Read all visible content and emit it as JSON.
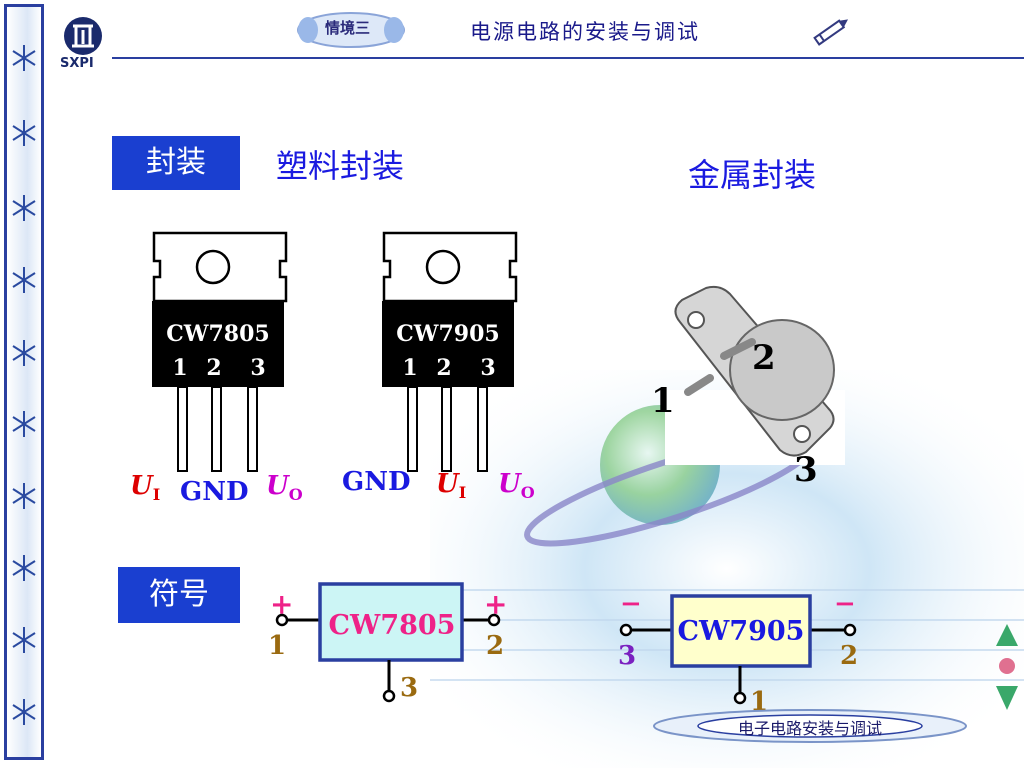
{
  "header": {
    "logo_text": "SXPI",
    "scenario": "情境三",
    "title": "电源电路的安装与调试"
  },
  "section_package": {
    "tag": "封装",
    "plastic_title": "塑料封装",
    "metal_title": "金属封装"
  },
  "plastic_packages": [
    {
      "part": "CW7805",
      "pin_numbers": [
        "1",
        "2",
        "3"
      ],
      "pin_labels": [
        {
          "main": "U",
          "sub": "I",
          "color": "#dd0000"
        },
        {
          "main": "GND",
          "sub": "",
          "color": "#1a1ae0"
        },
        {
          "main": "U",
          "sub": "O",
          "color": "#cc00cc"
        }
      ]
    },
    {
      "part": "CW7905",
      "pin_numbers": [
        "1",
        "2",
        "3"
      ],
      "pin_labels": [
        {
          "main": "GND",
          "sub": "",
          "color": "#1a1ae0"
        },
        {
          "main": "U",
          "sub": "I",
          "color": "#dd0000"
        },
        {
          "main": "U",
          "sub": "O",
          "color": "#cc00cc"
        }
      ]
    }
  ],
  "metal_package": {
    "pin1": "1",
    "pin2": "2",
    "pin3": "3"
  },
  "section_symbol": {
    "tag": "符号"
  },
  "symbols": [
    {
      "part": "CW7805",
      "left_sign": "+",
      "right_sign": "+",
      "left_pin": "1",
      "right_pin": "2",
      "bottom_pin": "3",
      "fill": "#ccf5f5",
      "text_color": "#ee2288",
      "pin_color": "#9a6a10",
      "sign_color": "#ee2288"
    },
    {
      "part": "CW7905",
      "left_sign": "−",
      "right_sign": "−",
      "left_pin": "3",
      "right_pin": "2",
      "bottom_pin": "1",
      "fill": "#ffffcc",
      "text_color": "#1a1ae0",
      "pin_left_color": "#7a20c0",
      "pin_color": "#9a6a10",
      "sign_color": "#ee2288"
    }
  ],
  "footer": {
    "text": "电子电路安装与调试"
  },
  "colors": {
    "frame_blue": "#2a3fa0",
    "tag_blue": "#1a3fd0"
  },
  "icons": [
    "snowflake-icon",
    "school-logo-icon",
    "pencil-icon",
    "nav-up-icon",
    "nav-home-icon",
    "nav-down-icon"
  ]
}
